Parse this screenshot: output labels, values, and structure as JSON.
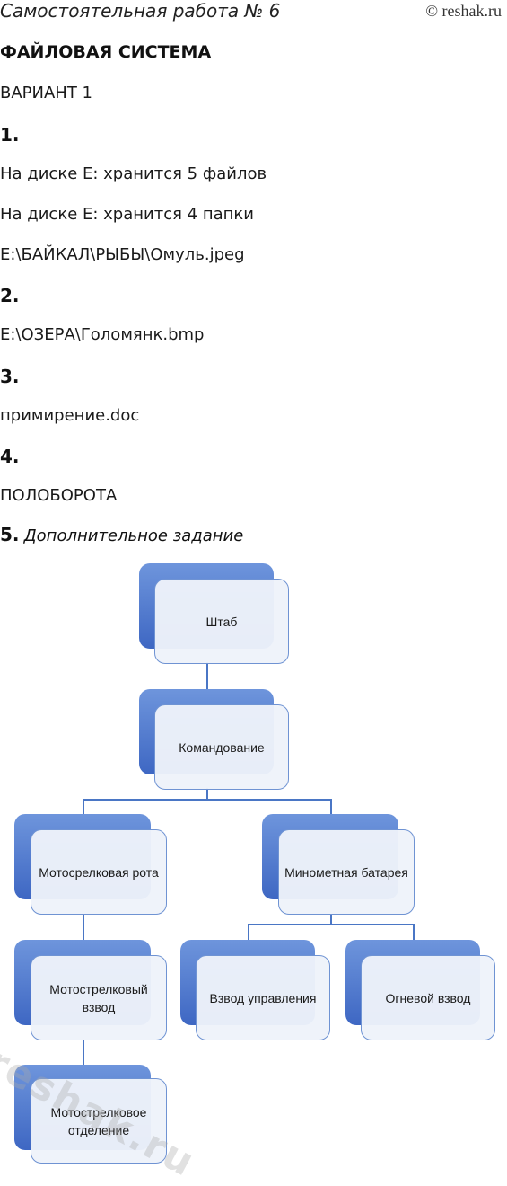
{
  "header": {
    "title": "Самостоятельная работа № 6",
    "site": "© reshak.ru"
  },
  "document": {
    "heading": "ФАЙЛОВАЯ СИСТЕМА",
    "variant": "ВАРИАНТ 1",
    "q1_num": "1.",
    "q1_line1": "На диске E: хранится 5 файлов",
    "q1_line2": "На диске E: хранится 4 папки",
    "q1_line3": "E:\\БАЙКАЛ\\РЫБЫ\\Омуль.jpeg",
    "q2_num": "2.",
    "q2_line1": "E:\\ОЗЕРА\\Голомянк.bmp",
    "q3_num": "3.",
    "q3_line1": "примирение.doc",
    "q4_num": "4.",
    "q4_line1": "ПОЛОБОРОТА",
    "q5_num": "5.",
    "q5_label": "Дополнительное задание"
  },
  "orgchart": {
    "shtab": "Штаб",
    "komandovanie": "Командование",
    "moto_rota": "Мотосрелковая рота",
    "minometnaya_batareya": "Минометная батарея",
    "moto_vzvod": "Мотострелковый взвод",
    "vzvod_upravleniya": "Взвод управления",
    "ognevoy_vzvod": "Огневой взвод",
    "moto_otdelenie": "Мотострелковое отделение"
  },
  "watermark": "reshak.ru"
}
